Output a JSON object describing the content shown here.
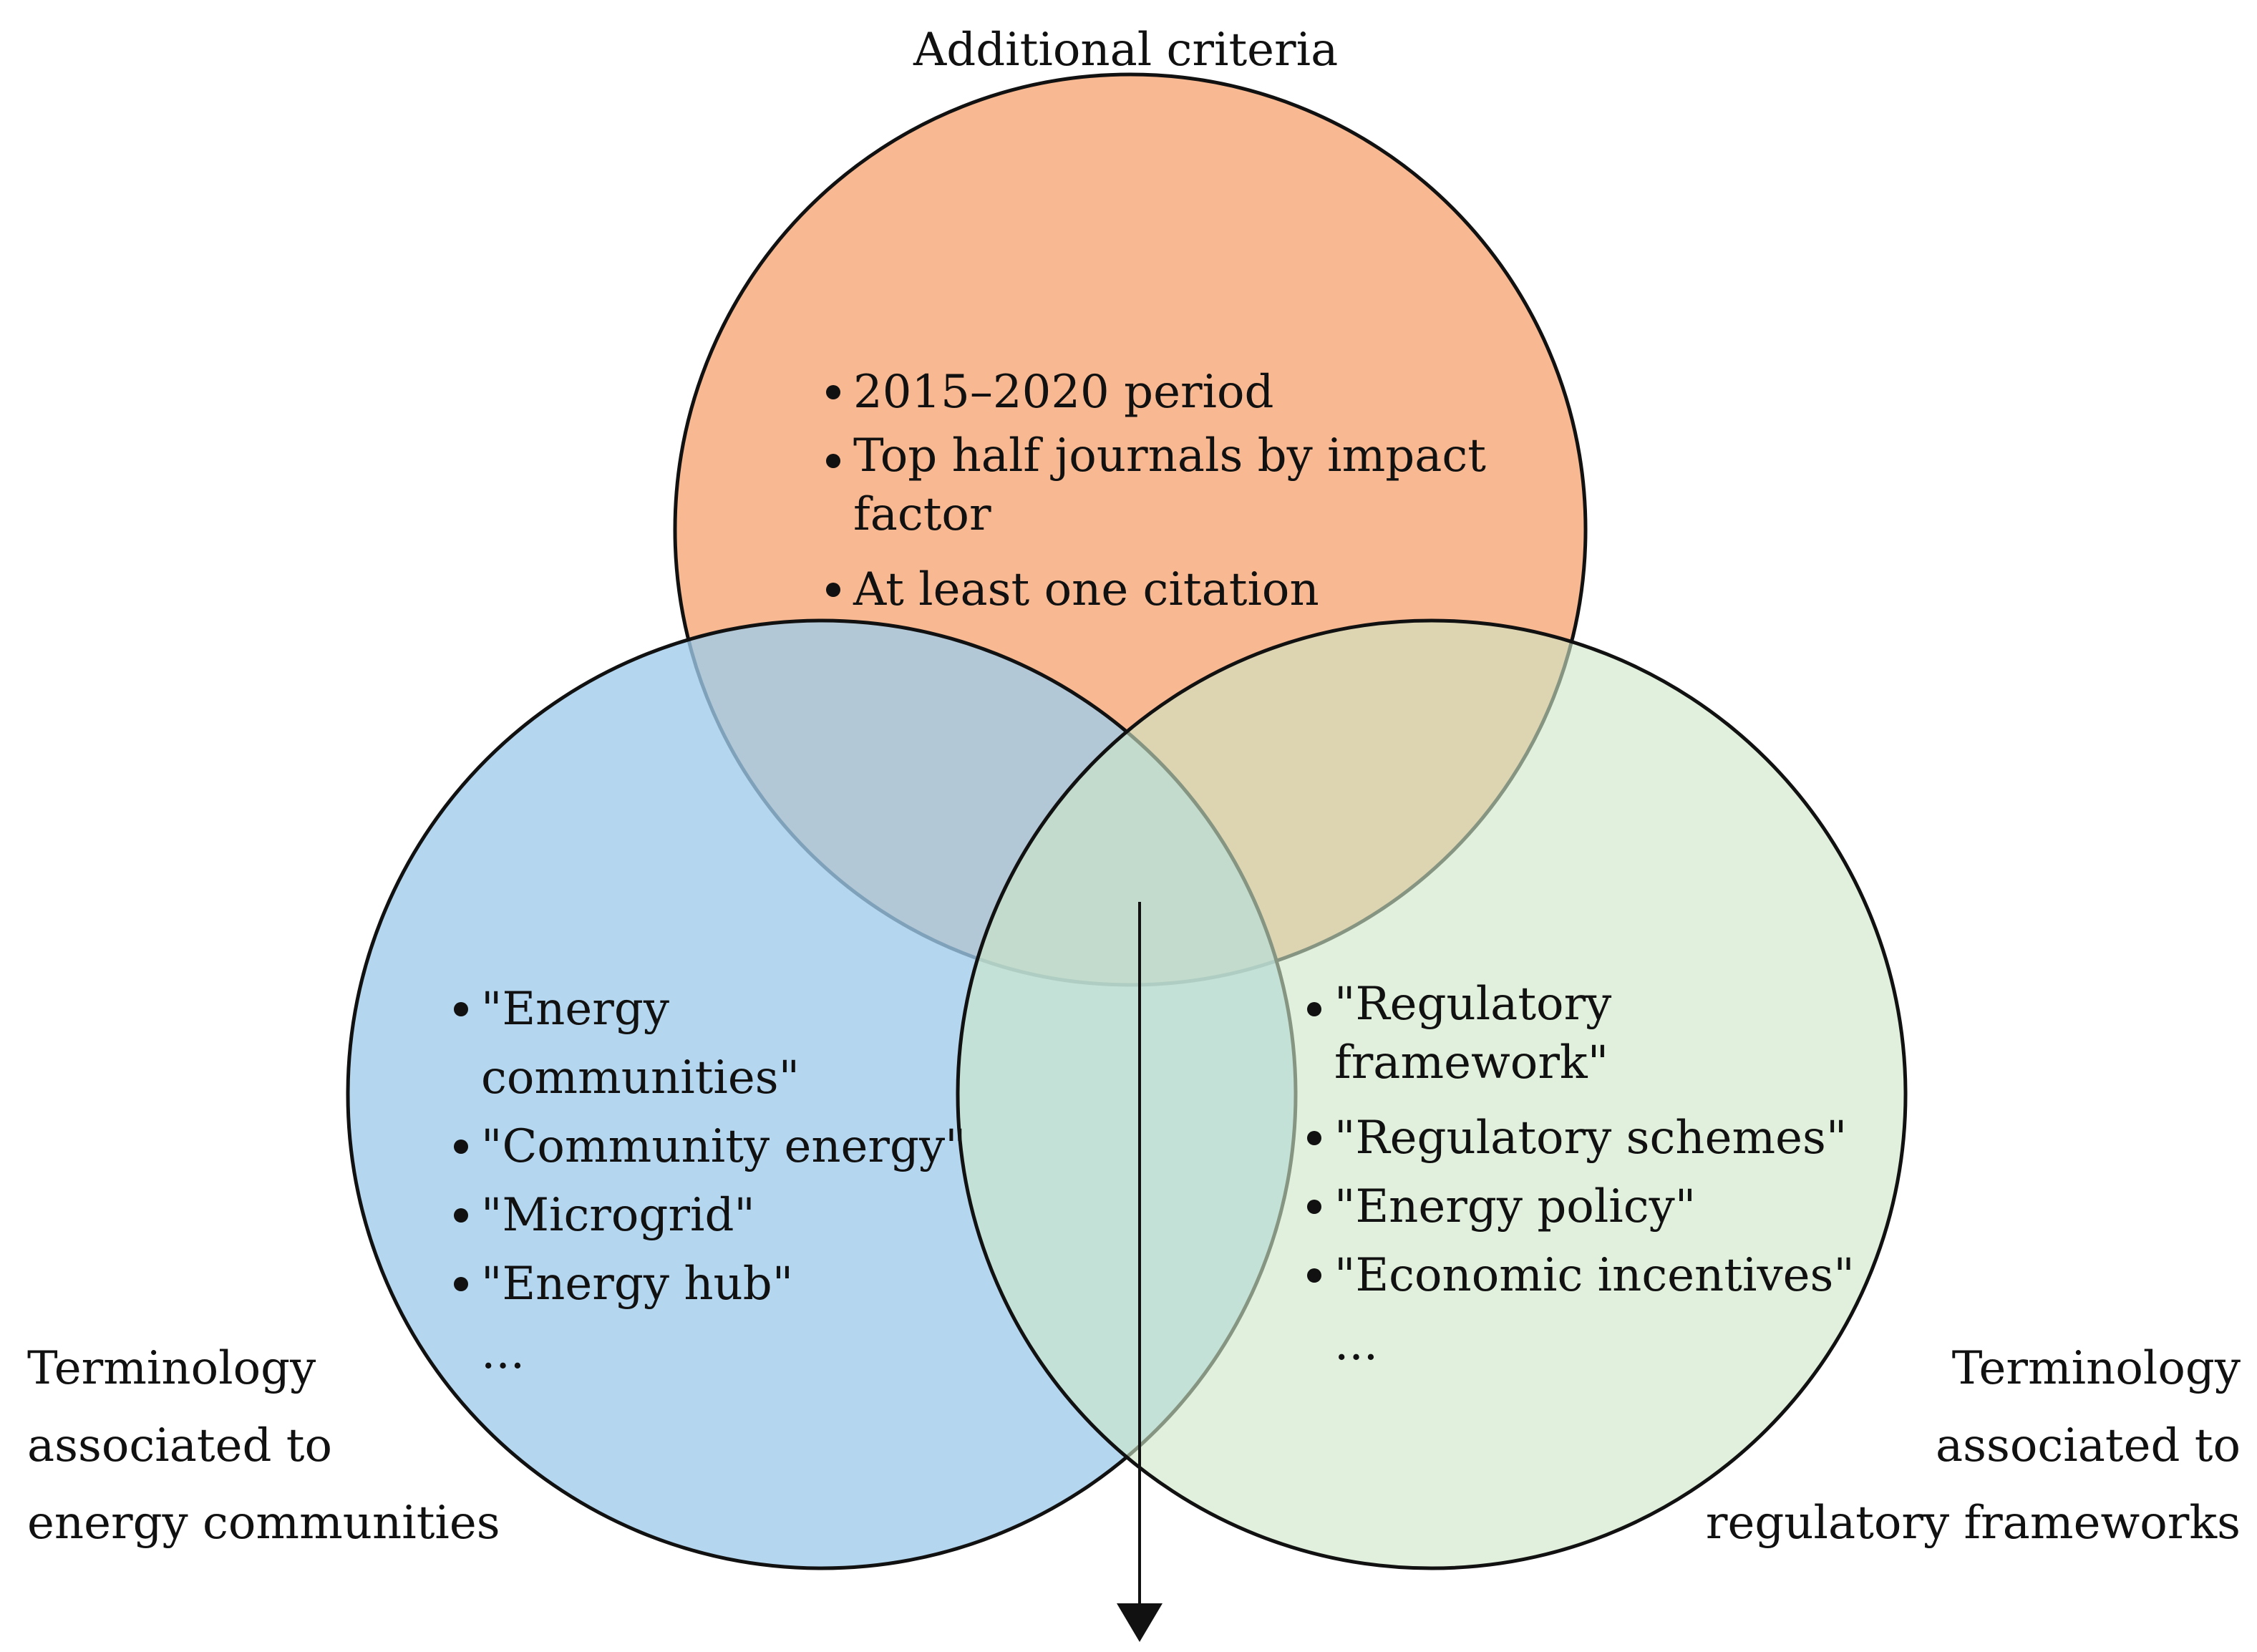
{
  "diagram": {
    "title_top": "Additional criteria",
    "label_left": "Terminology\nassociated to\nenergy communities",
    "label_right": "Terminology\nassociated to\nregulatory frameworks",
    "criteria_items": [
      "2015–2020 period",
      "Top half journals by impact factor",
      "At least one citation"
    ],
    "energy_items": [
      "\"Energy communities\"",
      "\"Community energy\"",
      "\"Microgrid\"",
      "\"Energy hub\"",
      "..."
    ],
    "regulatory_items": [
      "\"Regulatory framework\"",
      "\"Regulatory schemes\"",
      "\"Energy policy\"",
      "\"Economic incentives\"",
      "..."
    ],
    "colors": {
      "orange_circle": "#F8B992",
      "blue_circle": "#9FCCEB",
      "green_circle": "#CDE7C6",
      "outline": "#111111"
    }
  }
}
